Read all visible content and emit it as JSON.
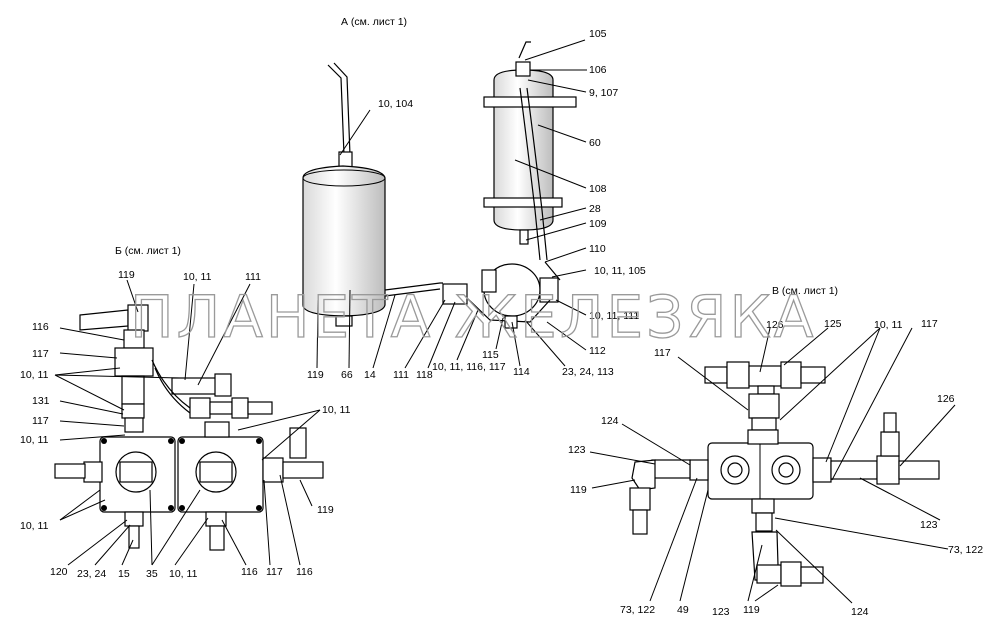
{
  "headers": {
    "a": "А (см. лист 1)",
    "b": "Б (см. лист 1)",
    "v": "В (см. лист 1)"
  },
  "watermark": "ПЛАНЕТА ЖЕЛЕЗЯКА",
  "labels_a": {
    "l105": "105",
    "l106": "106",
    "l9_107": "9, 107",
    "l60": "60",
    "l108": "108",
    "l28": "28",
    "l109": "109",
    "l110": "110",
    "l10_11_105": "10, 11, 105",
    "l10_11_111": "10, 11, 111",
    "l112": "112",
    "l10_104": "10, 104",
    "l119": "119",
    "l66": "66",
    "l14": "14",
    "l111": "111",
    "l118": "118",
    "l10_11_116_117": "10, 11, 116, 117",
    "l115": "115",
    "l114": "114",
    "l23_24_113": "23, 24, 113"
  },
  "labels_b": {
    "l119": "119",
    "l10_11_top": "10, 11",
    "l111": "111",
    "l116": "116",
    "l117a": "117",
    "l10_11_a": "10, 11",
    "l131": "131",
    "l117b": "117",
    "l10_11_b": "10, 11",
    "l10_11_c": "10, 11",
    "l10_11_d": "10, 11",
    "l119_r": "119",
    "l120": "120",
    "l23_24": "23, 24",
    "l15": "15",
    "l35": "35",
    "l10_11_e": "10, 11",
    "l116_b": "116",
    "l117_b": "117",
    "l116_c": "116"
  },
  "labels_v": {
    "l126a": "126",
    "l125": "125",
    "l10_11": "10, 11",
    "l117a": "117",
    "l117b": "117",
    "l126b": "126",
    "l124a": "124",
    "l123a": "123",
    "l119a": "119",
    "l123b": "123",
    "l73_122a": "73, 122",
    "l73_122b": "73, 122",
    "l49": "49",
    "l123c": "123",
    "l119b": "119",
    "l124b": "124"
  }
}
